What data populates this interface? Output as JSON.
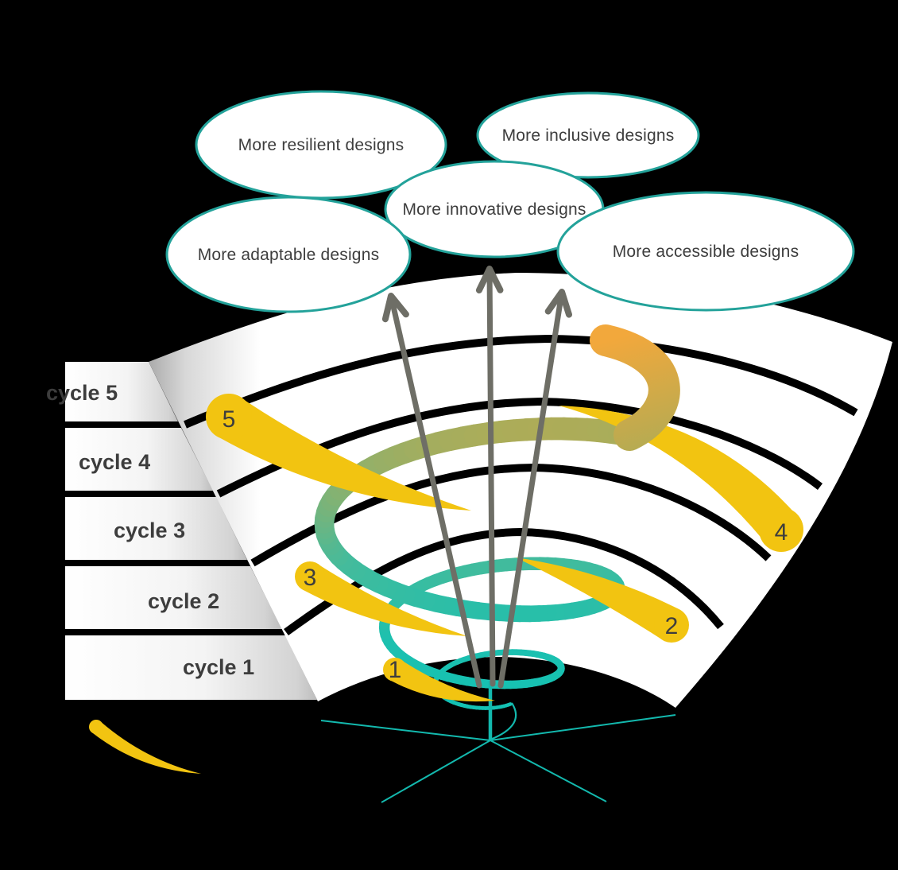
{
  "bubbles": [
    {
      "label": "More resilient designs"
    },
    {
      "label": "More inclusive designs"
    },
    {
      "label": "More innovative designs"
    },
    {
      "label": "More adaptable designs"
    },
    {
      "label": "More accessible designs"
    }
  ],
  "cycles": [
    {
      "label": "cycle 5"
    },
    {
      "label": "cycle 4"
    },
    {
      "label": "cycle 3"
    },
    {
      "label": "cycle 2"
    },
    {
      "label": "cycle 1"
    }
  ],
  "spiral_markers": [
    {
      "label": "5"
    },
    {
      "label": "4"
    },
    {
      "label": "3"
    },
    {
      "label": "2"
    },
    {
      "label": "1"
    }
  ],
  "colors": {
    "background": "#000000",
    "surface_white": "#ffffff",
    "bubble_border": "#23a29a",
    "label_text": "#3d3d3d",
    "comet_yellow": "#f2c411",
    "arrow_gray": "#6e6e66",
    "cone_teal": "#13b9ae",
    "spiral_teal": "#0fc2b5",
    "spiral_green": "#45bb9b",
    "spiral_olive": "#b6ab52",
    "spiral_orange": "#f2a83c"
  }
}
